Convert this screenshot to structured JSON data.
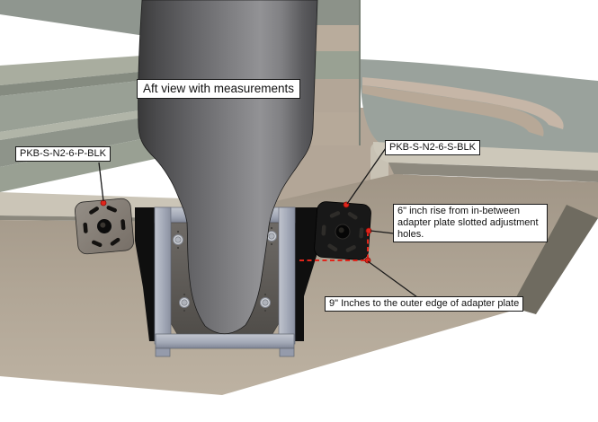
{
  "title": "Aft view with measurements",
  "callouts": {
    "port_bracket_label": "PKB-S-N2-6-P-BLK",
    "starboard_bracket_label": "PKB-S-N2-6-S-BLK",
    "rise_note": "6\" inch rise from in-between adapter plate slotted adjustment holes.",
    "width_note": "9\" Inches to the outer edge of adapter plate"
  },
  "measurements": {
    "rise_value": "6\"",
    "width_value": "9\""
  },
  "colors": {
    "background": "#ffffff",
    "callout_bg": "#ffffff",
    "callout_border": "#1a1a1a",
    "accent_red": "#e0251b",
    "accent_red_dark": "#8f0d08",
    "leader_black": "#1a1a1a",
    "hull_tan": "#b1a697",
    "deck_gray_green": "#9aa29c",
    "transom_cap": "#cdc8ba",
    "motor_gray": "#77777a",
    "plate_silver": "#a9aebc",
    "bracket_black": "#0f0f0f"
  }
}
